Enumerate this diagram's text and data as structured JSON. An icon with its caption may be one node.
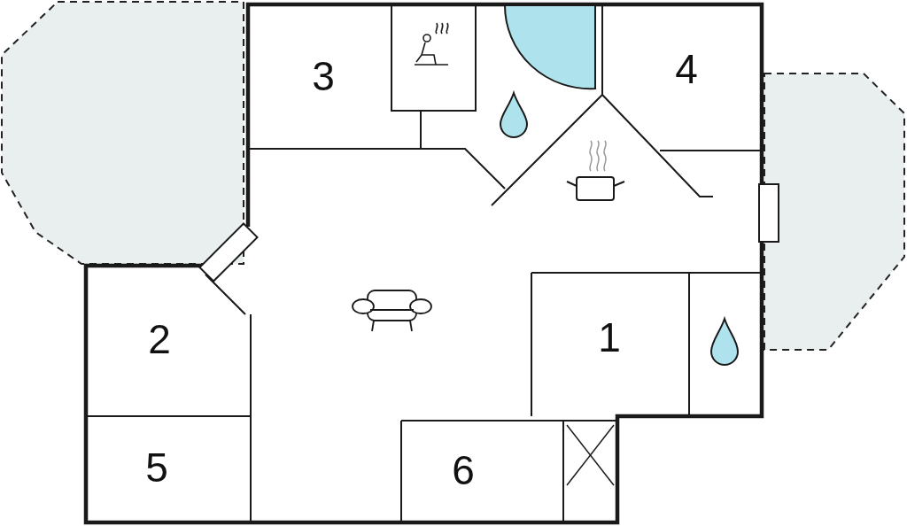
{
  "diagram": {
    "labels": [
      "3",
      "4",
      "2",
      "1",
      "5",
      "6"
    ]
  }
}
